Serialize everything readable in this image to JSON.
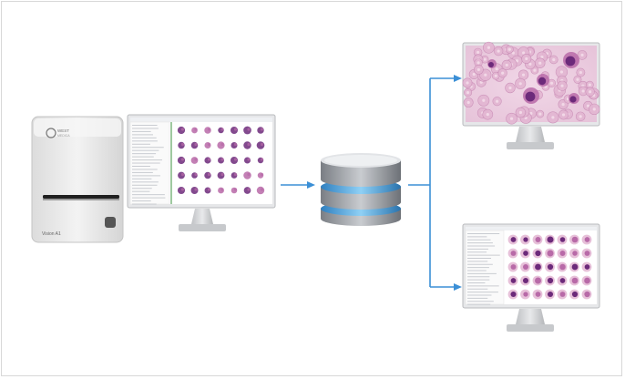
{
  "scanner": {
    "model_label": "Vision A1",
    "logo_text": "WEST",
    "logo_subtext": "MEDICA"
  },
  "colors": {
    "arrow": "#3b8fd6",
    "stain_cell": "#b86aa8",
    "stain_dark": "#6c2a7a",
    "rbc": "#e3b6d2",
    "db_blue": "#4aa3df",
    "db_gray": "#8c9096"
  },
  "icons": {
    "scanner": "scanner-device-icon",
    "database": "database-icon",
    "monitor": "monitor-icon"
  }
}
